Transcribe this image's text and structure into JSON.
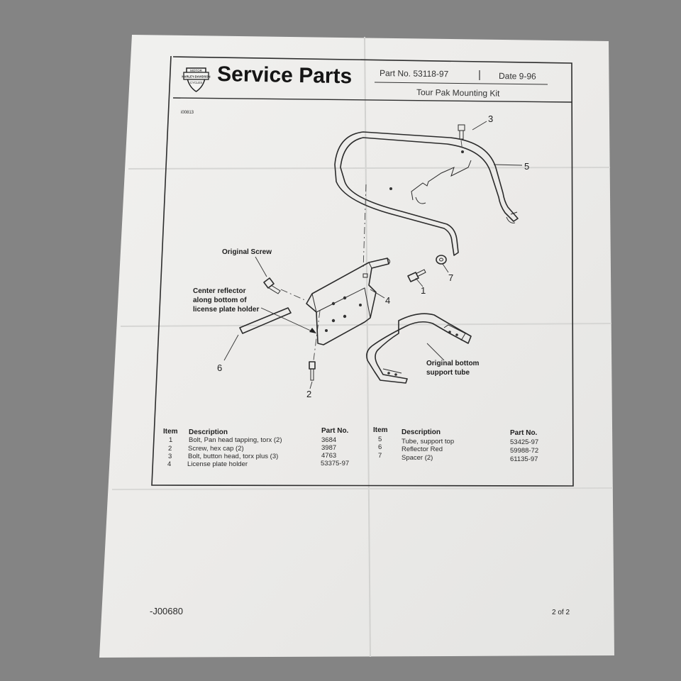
{
  "header": {
    "title": "Service Parts",
    "part_no_label": "Part No. 53118-97",
    "date_label": "Date 9-96",
    "kit_name": "Tour Pak Mounting Kit",
    "figure_id": "i00813"
  },
  "logo": {
    "icon": "harley-davidson-bar-shield-logo",
    "top_text": "MOTOR",
    "middle_text": "HARLEY-DAVIDSON",
    "bottom_text": "CYCLES"
  },
  "diagram": {
    "callouts": {
      "n1": "1",
      "n2": "2",
      "n3": "3",
      "n4": "4",
      "n5": "5",
      "n6": "6",
      "n7": "7"
    },
    "labels": {
      "original_screw": "Original Screw",
      "center_reflector_1": "Center reflector",
      "center_reflector_2": "along bottom of",
      "center_reflector_3": "license plate holder",
      "original_bottom_1": "Original bottom",
      "original_bottom_2": "support tube"
    }
  },
  "parts_table": {
    "headers": {
      "item": "Item",
      "description": "Description",
      "part_no": "Part No."
    },
    "left": [
      {
        "item": "1",
        "description": "Bolt, Pan head tapping, torx (2)",
        "part_no": "3684"
      },
      {
        "item": "2",
        "description": "Screw, hex cap (2)",
        "part_no": "3987"
      },
      {
        "item": "3",
        "description": "Bolt, button head, torx plus (3)",
        "part_no": "4763"
      },
      {
        "item": "4",
        "description": "License plate holder",
        "part_no": "53375-97"
      }
    ],
    "right": [
      {
        "item": "5",
        "description": "Tube, support top",
        "part_no": "53425-97"
      },
      {
        "item": "6",
        "description": "Reflector Red",
        "part_no": "59988-72"
      },
      {
        "item": "7",
        "description": "Spacer (2)",
        "part_no": "61135-97"
      }
    ]
  },
  "footer": {
    "doc_code": "-J00680",
    "page": "2 of 2"
  },
  "colors": {
    "background": "#848484",
    "paper": "#eeeeec",
    "ink": "#222222"
  }
}
